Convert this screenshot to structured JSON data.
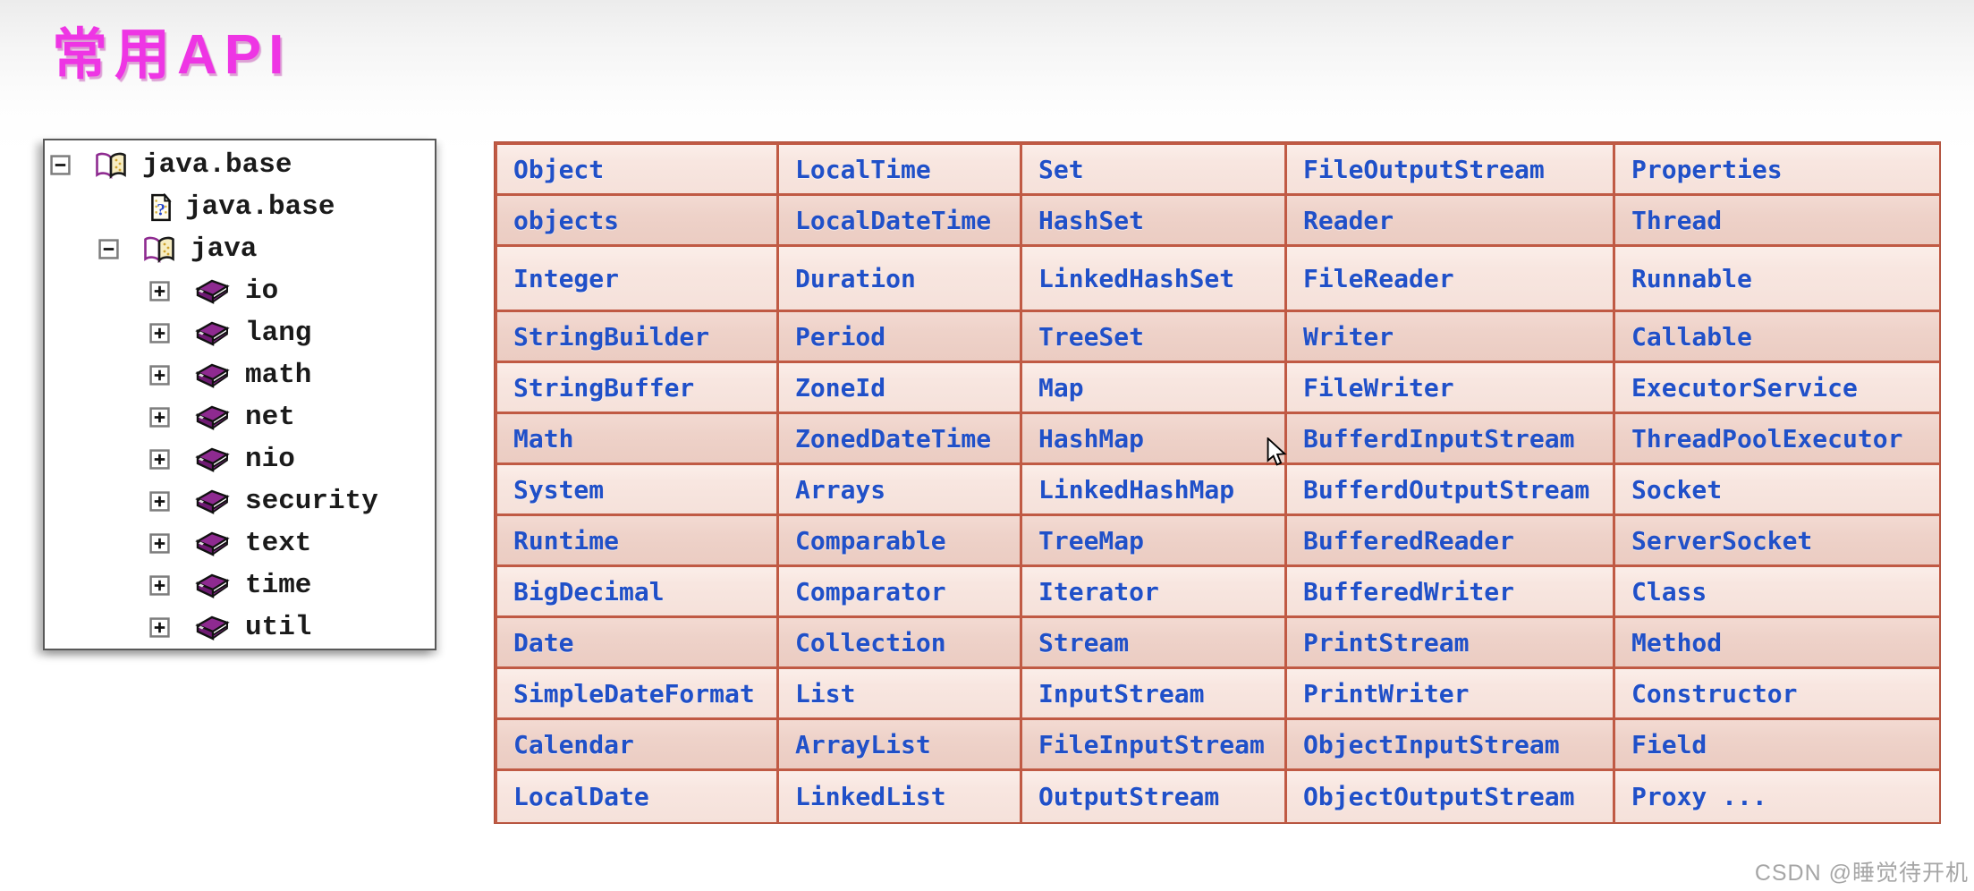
{
  "title": "常用API",
  "watermark": "CSDN @睡觉待开机",
  "colors": {
    "title_pink": "#ee35e4",
    "table_border": "#c05a44",
    "cell_light": "#f8e6e0",
    "cell_dark": "#eed2c9",
    "cell_text_blue": "#2050c8",
    "tree_text": "#1a1a1a",
    "book_purple": "#8e2a90",
    "watermark_gray": "#a6a6a6"
  },
  "tree": {
    "items": [
      {
        "label": "java.base",
        "icon": "open-book-icon",
        "toggle": "minus",
        "indent": 0
      },
      {
        "label": "java.base",
        "icon": "question-page-icon",
        "toggle": "",
        "indent": 2
      },
      {
        "label": "java",
        "icon": "open-book-icon",
        "toggle": "minus",
        "indent": 1
      },
      {
        "label": "io",
        "icon": "closed-book-icon",
        "toggle": "plus",
        "indent": 2
      },
      {
        "label": "lang",
        "icon": "closed-book-icon",
        "toggle": "plus",
        "indent": 2
      },
      {
        "label": "math",
        "icon": "closed-book-icon",
        "toggle": "plus",
        "indent": 2
      },
      {
        "label": "net",
        "icon": "closed-book-icon",
        "toggle": "plus",
        "indent": 2
      },
      {
        "label": "nio",
        "icon": "closed-book-icon",
        "toggle": "plus",
        "indent": 2
      },
      {
        "label": "security",
        "icon": "closed-book-icon",
        "toggle": "plus",
        "indent": 2
      },
      {
        "label": "text",
        "icon": "closed-book-icon",
        "toggle": "plus",
        "indent": 2
      },
      {
        "label": "time",
        "icon": "closed-book-icon",
        "toggle": "plus",
        "indent": 2
      },
      {
        "label": "util",
        "icon": "closed-book-icon",
        "toggle": "plus",
        "indent": 2
      },
      {
        "label": "",
        "icon": "closed-book-icon",
        "toggle": "plus",
        "indent": 2,
        "clipped": true
      }
    ]
  },
  "table": {
    "rows": [
      [
        "Object",
        "LocalTime",
        "Set",
        "FileOutputStream",
        "Properties"
      ],
      [
        "objects",
        "LocalDateTime",
        "HashSet",
        "Reader",
        "Thread"
      ],
      [
        "Integer",
        "Duration",
        "LinkedHashSet",
        "FileReader",
        "Runnable"
      ],
      [
        "StringBuilder",
        "Period",
        "TreeSet",
        "Writer",
        "Callable"
      ],
      [
        "StringBuffer",
        "ZoneId",
        "Map",
        "FileWriter",
        "ExecutorService"
      ],
      [
        "Math",
        "ZonedDateTime",
        "HashMap",
        "BufferdInputStream",
        "ThreadPoolExecutor"
      ],
      [
        "System",
        "Arrays",
        "LinkedHashMap",
        "BufferdOutputStream",
        "Socket"
      ],
      [
        "Runtime",
        "Comparable",
        "TreeMap",
        "BufferedReader",
        "ServerSocket"
      ],
      [
        "BigDecimal",
        "Comparator",
        "Iterator",
        "BufferedWriter",
        "Class"
      ],
      [
        "Date",
        "Collection",
        "Stream",
        "PrintStream",
        "Method"
      ],
      [
        "SimpleDateFormat",
        "List",
        "InputStream",
        "PrintWriter",
        "Constructor"
      ],
      [
        "Calendar",
        "ArrayList",
        "FileInputStream",
        "ObjectInputStream",
        "Field"
      ],
      [
        "LocalDate",
        "LinkedList",
        "OutputStream",
        "ObjectOutputStream",
        "Proxy ..."
      ]
    ]
  }
}
